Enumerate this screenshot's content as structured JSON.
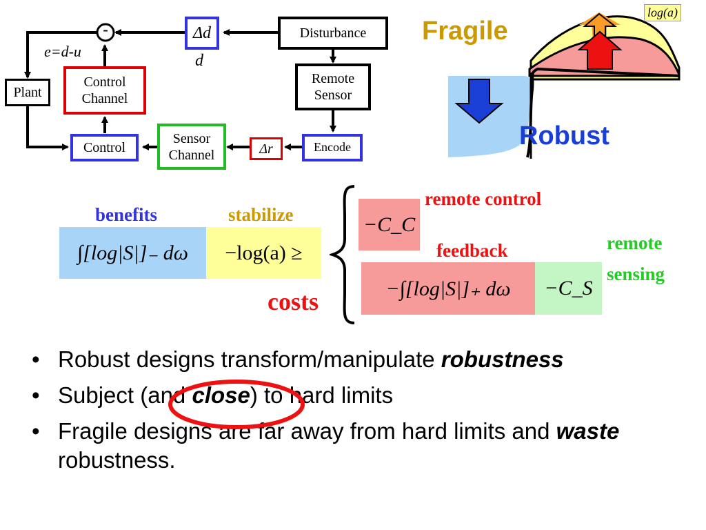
{
  "diagram": {
    "minus": "-",
    "error_label": "e=d-u",
    "plant": "Plant",
    "control_channel": "Control Channel",
    "control": "Control",
    "sensor_channel": "Sensor Channel",
    "delta_r": "Δr",
    "encode": "Encode",
    "remote_sensor": "Remote Sensor",
    "disturbance": "Disturbance",
    "delta_d": "Δd",
    "d_label": "d"
  },
  "curve": {
    "fragile": "Fragile",
    "robust": "Robust",
    "log_a": "log(a)"
  },
  "equation": {
    "benefits": "benefits",
    "stabilize": "stabilize",
    "lhs": "∫[log|S|]₋ dω",
    "stab_term": "−log(a) ≥",
    "costs": "costs",
    "cc": "−C_C",
    "remote_control": "remote control",
    "feedback": "feedback",
    "fb_term": "−∫[log|S|]₊ dω",
    "cs": "−C_S",
    "remote_sensing_1": "remote",
    "remote_sensing_2": "sensing"
  },
  "colors": {
    "blue_box": "#3333dd",
    "red_box": "#dd0000",
    "green_box": "#22bb22",
    "fragile_gold": "#cc9900",
    "robust_blue": "#1a3fd6",
    "benefit_bg": "#a8d4f7",
    "stabilize_bg": "#ffff99",
    "cost_bg": "#f79a9a",
    "sense_bg": "#c4f5c4",
    "green_text": "#22cc22"
  },
  "bullets": [
    {
      "pre": "Robust designs transform/manipulate ",
      "em": "robustness",
      "post": ""
    },
    {
      "pre": "Subject (and ",
      "em": "close",
      "post": ") to hard limits"
    },
    {
      "pre": "Fragile designs are far away from hard limits and ",
      "em": "waste",
      "post": " robustness."
    }
  ]
}
